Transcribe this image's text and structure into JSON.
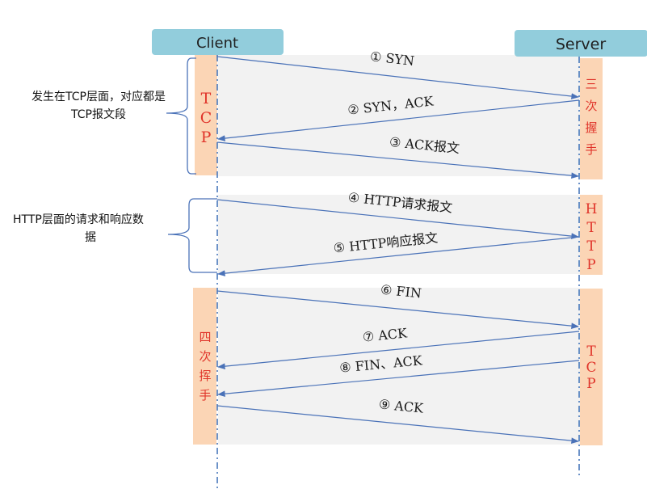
{
  "participants": {
    "client": "Client",
    "server": "Server"
  },
  "annotations": {
    "tcp_handshake_note_line1": "发生在TCP层面，对应都是",
    "tcp_handshake_note_line2": "TCP报文段",
    "http_note_line1": "HTTP层面的请求和响应数",
    "http_note_line2": "据"
  },
  "layer_tags": {
    "client_tcp": [
      "T",
      "C",
      "P"
    ],
    "server_handshake": [
      "三",
      "次",
      "握",
      "手"
    ],
    "server_http": [
      "H",
      "T",
      "T",
      "P"
    ],
    "client_close": [
      "四",
      "次",
      "挥",
      "手"
    ],
    "server_tcp": [
      "T",
      "C",
      "P"
    ]
  },
  "messages": [
    {
      "label": "① SYN",
      "direction": "client-to-server"
    },
    {
      "label": "② SYN，ACK",
      "direction": "server-to-client"
    },
    {
      "label": "③ ACK报文",
      "direction": "client-to-server"
    },
    {
      "label": "④ HTTP请求报文",
      "direction": "client-to-server"
    },
    {
      "label": "⑤ HTTP响应报文",
      "direction": "server-to-client"
    },
    {
      "label": "⑥ FIN",
      "direction": "client-to-server"
    },
    {
      "label": "⑦ ACK",
      "direction": "server-to-client"
    },
    {
      "label": "⑧ FIN、ACK",
      "direction": "server-to-client"
    },
    {
      "label": "⑨ ACK",
      "direction": "client-to-server"
    }
  ],
  "colors": {
    "header_fill": "#92cddc",
    "band_fill": "#f2f2f2",
    "tag_fill": "#fbd5b5",
    "tag_text": "#e0342a",
    "arrow": "#4a72b8",
    "lifeline": "#3b6fb6",
    "bracket": "#4a72b8"
  }
}
